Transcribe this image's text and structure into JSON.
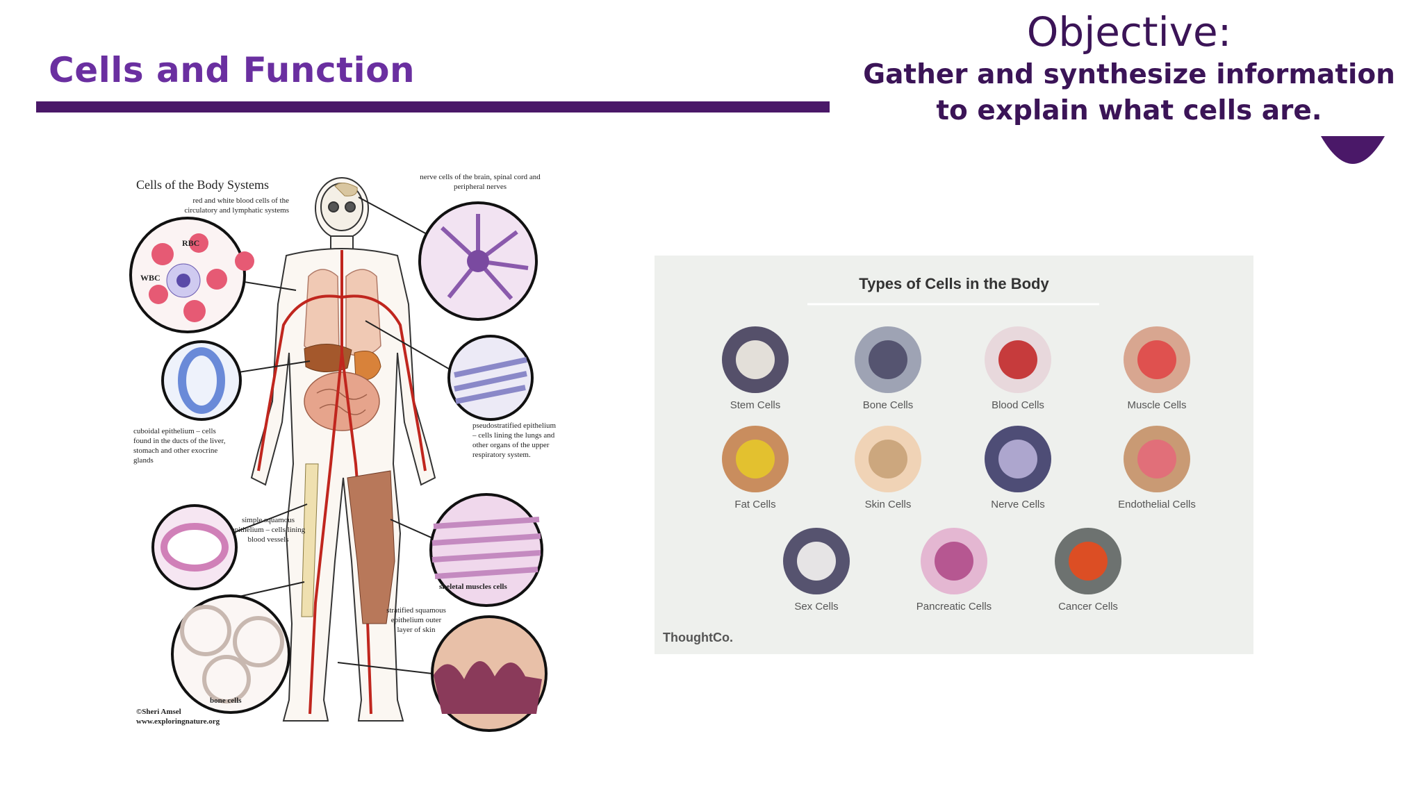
{
  "slide": {
    "title": "Cells and Function",
    "objective_heading": "Objective:",
    "objective_text": "Gather and synthesize information to explain what cells are.",
    "accent_color": "#6a2fa0",
    "rule_color": "#4a1868"
  },
  "left_figure": {
    "title": "Cells of the Body Systems",
    "labels": {
      "blood": "red and white blood cells of the circulatory and lymphatic systems",
      "rbc": "RBC",
      "wbc": "WBC",
      "nerve": "nerve cells of the brain, spinal cord and peripheral nerves",
      "cuboidal": "cuboidal epithelium – cells found in the ducts of the liver, stomach and other exocrine glands",
      "pseudo": "pseudostratified epithelium – cells lining the lungs and other organs of the upper respiratory system.",
      "squamous": "simple squamous epithelium – cells lining blood vessels",
      "skeletal": "skeletal muscles cells",
      "stratified": "stratified squamous epithelium outer layer of skin",
      "bone": "bone cells"
    },
    "credit1": "©Sheri Amsel",
    "credit2": "www.exploringnature.org"
  },
  "right_figure": {
    "title": "Types of Cells in the Body",
    "watermark": "ThoughtCo.",
    "cells": [
      {
        "label": "Stem Cells",
        "ring": "#55506a",
        "core": "#f3eee6"
      },
      {
        "label": "Bone Cells",
        "ring": "#9ea3b4",
        "core": "#4c4b68"
      },
      {
        "label": "Blood Cells",
        "ring": "#e8d8dc",
        "core": "#c22a2a"
      },
      {
        "label": "Muscle Cells",
        "ring": "#d8a690",
        "core": "#e04848"
      },
      {
        "label": "Fat Cells",
        "ring": "#c98d5e",
        "core": "#e6c72a"
      },
      {
        "label": "Skin Cells",
        "ring": "#f0d3b6",
        "core": "#c8a278"
      },
      {
        "label": "Nerve Cells",
        "ring": "#4e4d76",
        "core": "#b8b0d8"
      },
      {
        "label": "Endothelial Cells",
        "ring": "#c99a74",
        "core": "#e36a7a"
      },
      {
        "label": "Sex Cells",
        "ring": "#56536f",
        "core": "#f6f4f2"
      },
      {
        "label": "Pancreatic Cells",
        "ring": "#e4b7d2",
        "core": "#b04c8a"
      },
      {
        "label": "Cancer Cells",
        "ring": "#6d7270",
        "core": "#e84a1c"
      }
    ]
  }
}
